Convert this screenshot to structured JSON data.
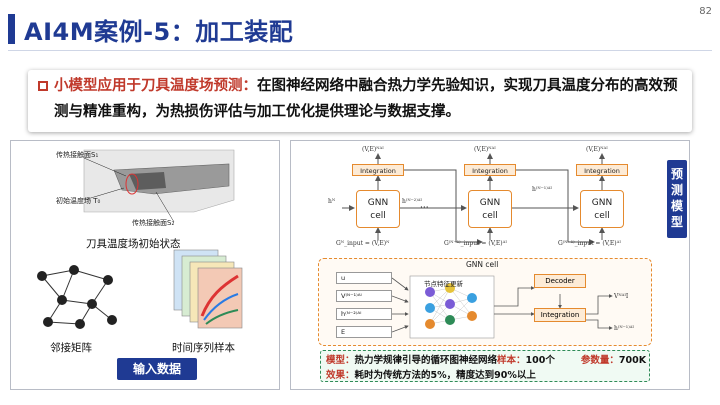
{
  "header": {
    "title": "AI4M案例-5：加工装配",
    "page_number": "82"
  },
  "callout": {
    "highlight": "小模型应用于刀具温度场预测：",
    "body": "在图神经网络中融合热力学先验知识，实现刀具温度分布的高效预测与精准重构，为热损伤评估与加工优化提供理论与数据支撑。"
  },
  "left_panel": {
    "label_contact_s1": "传热接触面S₁",
    "label_initial_temp": "初始温度场 T₀",
    "label_contact_s2": "传热接触面S₂",
    "caption_tool_state": "刀具温度场初始状态",
    "caption_adjacency": "邻接矩阵",
    "caption_samples": "时间序列样本",
    "input_button": "输入数据"
  },
  "right_panel": {
    "side_label": "预测模型",
    "cell_label_top": "GNN",
    "cell_label_bottom": "cell",
    "integration_label": "Integration",
    "ellipsis": "···",
    "math_out_0": "(V,E)ᴺᴬᴵ",
    "math_out_1": "(V,E)ᴺᴬᴵ",
    "math_out_2": "(V,E)ᴺᴬᴵ",
    "math_h0": "hᴺ",
    "math_h1": "h⁽ᴺ⁻²⁾ᴬᴵ",
    "math_h2": "h⁽ᴺ⁻¹⁾ᴬᴵ",
    "math_in_0": "Gᴺ_input = (V,E)ᴺ",
    "math_in_1": "G⁽ᴺ⁻¹⁾_input = (V,E)ᴬᴵ",
    "math_in_2": "G⁽ᴺ⁻¹⁾_input = (V,E)ᴬᴵ",
    "gnn_cell_title": "GNN cell",
    "input_u": "u",
    "input_v": "V⁽ᴺ⁻¹⁾ᴬᴵ",
    "input_h": "h⁽ᴺ⁻²⁾ᴬᴵ",
    "input_e": "E",
    "feature_title": "节点特征更新",
    "decoder_label": "Decoder",
    "out_v": "VᴺᴬᴵI",
    "out_h": "h⁽ᴺ⁻¹⁾ᴬᴵ"
  },
  "info": {
    "model_label": "模型：",
    "model_text": "热力学规律引导的循环图神经网络",
    "sample_label": "样本：",
    "sample_value": "100个",
    "param_label": "参数量：",
    "param_value": "700K",
    "effect_label": "效果：",
    "effect_text": "耗时为传统方法的5%，精度达到90%以上"
  }
}
